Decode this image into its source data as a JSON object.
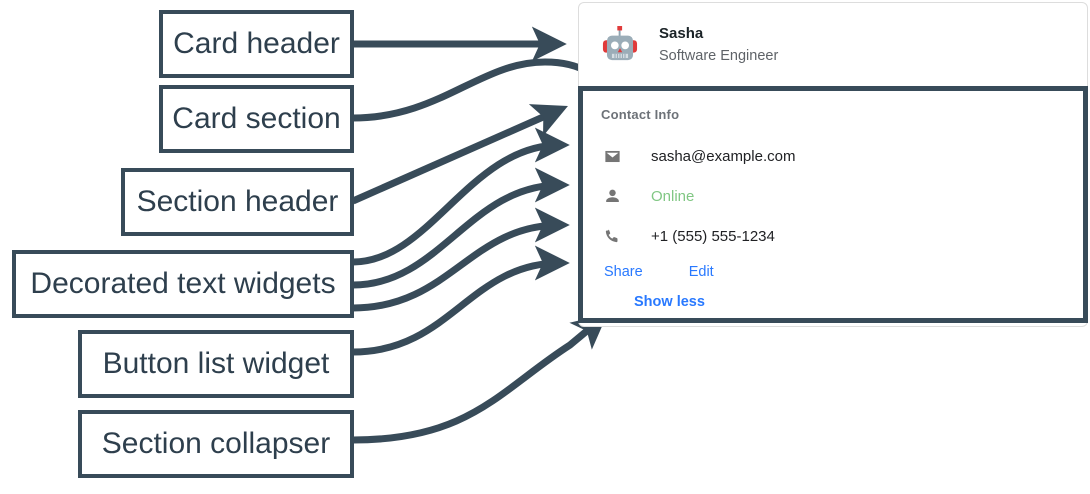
{
  "colors": {
    "annotation": "#384b59",
    "link_blue": "#2979ff",
    "status_green": "#81c784",
    "muted_gray": "#6d7278",
    "text_dark": "#202124"
  },
  "callouts": [
    {
      "id": "card-header",
      "label": "Card header"
    },
    {
      "id": "card-section",
      "label": "Card section"
    },
    {
      "id": "section-header",
      "label": "Section header"
    },
    {
      "id": "decorated-text",
      "label": "Decorated text widgets"
    },
    {
      "id": "button-list",
      "label": "Button list widget"
    },
    {
      "id": "section-collapser",
      "label": "Section collapser"
    }
  ],
  "card": {
    "header": {
      "avatar_icon": "robot-avatar-icon",
      "title": "Sasha",
      "subtitle": "Software Engineer"
    },
    "section": {
      "header": "Contact Info",
      "rows": [
        {
          "icon": "email-icon",
          "icon_name": "email-icon",
          "text": "sasha@example.com",
          "state": "normal"
        },
        {
          "icon": "person-icon",
          "icon_name": "person-icon",
          "text": "Online",
          "state": "online"
        },
        {
          "icon": "phone-icon",
          "icon_name": "phone-icon",
          "text": "+1 (555) 555-1234",
          "state": "normal"
        }
      ],
      "buttons": [
        {
          "label": "Share"
        },
        {
          "label": "Edit"
        }
      ],
      "collapser": {
        "label": "Show less"
      }
    }
  }
}
